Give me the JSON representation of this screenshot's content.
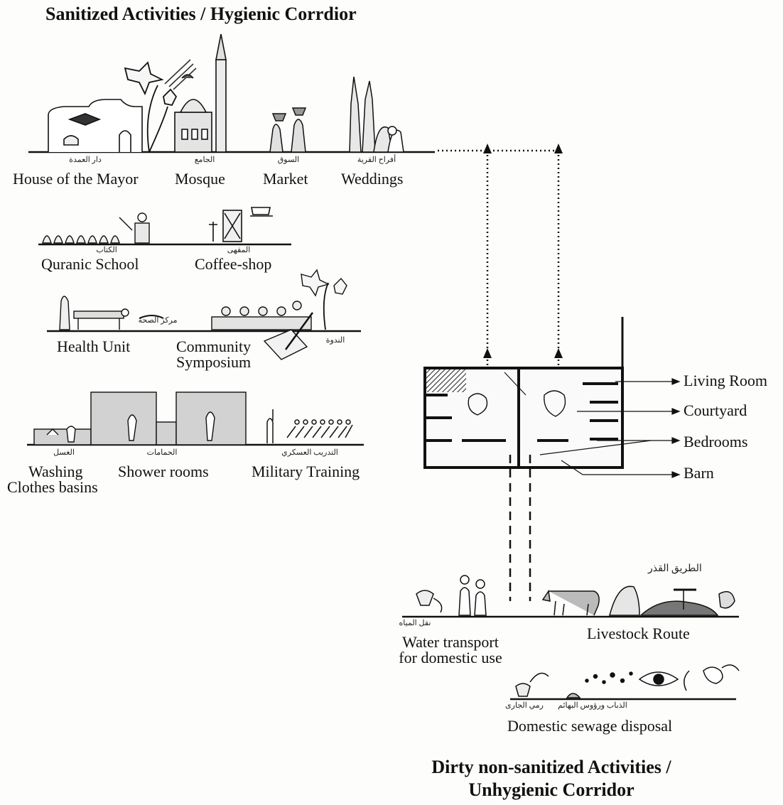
{
  "titles": {
    "top": "Sanitized Activities / Hygienic Corrdior",
    "bottom_line1": "Dirty non-sanitized Activities /",
    "bottom_line2": "Unhygienic Corridor"
  },
  "sanitized": {
    "row1": {
      "house_of_mayor": "House of the Mayor",
      "mosque": "Mosque",
      "market": "Market",
      "weddings": "Weddings",
      "ar_house": "دار العمدة",
      "ar_mosque": "الجامع",
      "ar_market": "السوق",
      "ar_weddings": "أفراح القرية"
    },
    "row2": {
      "quranic_school": "Quranic School",
      "coffee_shop": "Coffee-shop",
      "ar_school": "الكتاب",
      "ar_coffee": "المقهى"
    },
    "row3": {
      "health_unit": "Health Unit",
      "community_1": "Community",
      "community_2": "Symposium",
      "ar_health": "مركز الصحة",
      "ar_nadwa": "الندوة"
    },
    "row4": {
      "washing_1": "Washing",
      "washing_2": "Clothes basins",
      "shower_rooms": "Shower rooms",
      "military_training": "Military Training",
      "ar_washing": "الغسل",
      "ar_shower": "الحمامات",
      "ar_military": "التدريب العسكري"
    }
  },
  "house_plan": {
    "labels": {
      "living_room": "Living Room",
      "courtyard": "Courtyard",
      "bedrooms": "Bedrooms",
      "barn": "Barn"
    }
  },
  "unsanitized": {
    "water_1": "Water transport",
    "water_2": "for domestic use",
    "livestock": "Livestock Route",
    "sewage": "Domestic sewage disposal",
    "ar_water": "نقل المياه",
    "ar_road": "الطريق القذر",
    "ar_sewage_1": "رمي الجارى",
    "ar_sewage_2": "الذباب ورؤوس البهائم"
  }
}
